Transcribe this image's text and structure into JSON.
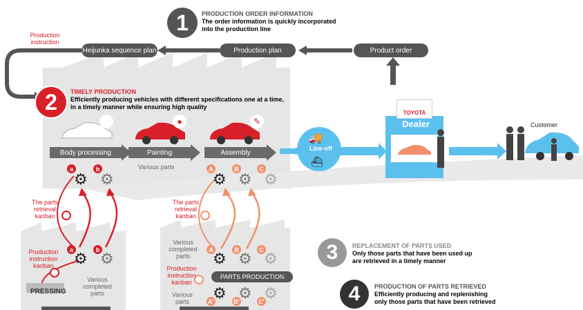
{
  "step1": {
    "number": "1",
    "title": "PRODUCTION ORDER INFORMATION",
    "desc_line1": "The order information is quickly incorporated",
    "desc_line2": "into the production line"
  },
  "step2": {
    "number": "2",
    "title": "TIMELY PRODUCTION",
    "desc_line1": "Efficiently producing vehicles with different specifications one at a time,",
    "desc_line2": "in a timely manner while ensuring high quality"
  },
  "step3": {
    "number": "3",
    "title": "REPLACEMENT OF PARTS USED",
    "desc_line1": "Only those parts that have been used up",
    "desc_line2": "are retrieved in a timely manner"
  },
  "step4": {
    "number": "4",
    "title": "PRODUCTION OF PARTS RETRIEVED",
    "desc_line1": "Efficiently producing and replenishing",
    "desc_line2": "only those parts that have been retrieved"
  },
  "flow": {
    "production_instruction_1": "Production",
    "production_instruction_2": "instruction",
    "heijunka": "Heijunka sequence plan",
    "production_plan": "Production plan",
    "product_order": "Product order"
  },
  "stages": {
    "body": "Body processing",
    "painting": "Painting",
    "assembly": "Assembly",
    "various_parts": "Various parts"
  },
  "dealer": {
    "brand": "TOYOTA",
    "label": "Dealer"
  },
  "lineoff": {
    "label": "Line-off"
  },
  "customer": {
    "label": "Customer"
  },
  "kanban_left": {
    "retrieval_1": "The parts",
    "retrieval_2": "retrieval",
    "retrieval_3": "kanban",
    "instr_1": "Production",
    "instr_2": "instruction",
    "instr_3": "kanban",
    "pressing": "PRESSING",
    "completed_1": "Various",
    "completed_2": "completed",
    "completed_3": "parts"
  },
  "kanban_right": {
    "retrieval_1": "The parts",
    "retrieval_2": "retrieval",
    "retrieval_3": "kanban",
    "completed_1": "Various",
    "completed_2": "completed",
    "completed_3": "parts",
    "instr_1": "Production",
    "instr_2": "instruction",
    "instr_3": "kanban",
    "parts_production": "PARTS PRODUCTION",
    "various_1": "Various",
    "various_2": "parts"
  },
  "badges": {
    "a": "a",
    "b": "b",
    "A": "A",
    "B": "B",
    "C": "C",
    "A2": "A'",
    "B2": "B'",
    "C2": "C'"
  },
  "colors": {
    "red": "#d8202a",
    "dark": "#555555",
    "factory": "#e6e6e6",
    "blue": "#5cc0ee",
    "orange": "#f0906a"
  }
}
